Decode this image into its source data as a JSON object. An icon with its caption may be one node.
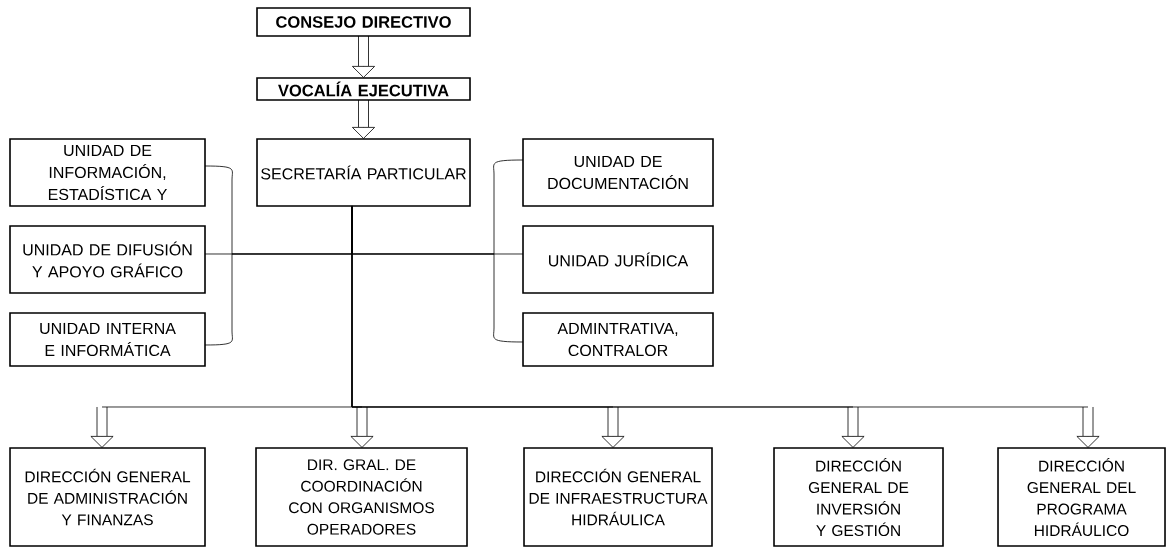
{
  "diagram": {
    "nodes": [
      {
        "text": [
          "CONSEJO DIRECTIVO"
        ]
      },
      {
        "text": [
          "VOCALÍA EJECUTIVA"
        ]
      },
      {
        "text": [
          "SECRETARÍA PARTICULAR"
        ]
      },
      {
        "text": [
          "UNIDAD DE INFORMACIÓN, ESTADÍSTICA Y"
        ]
      },
      {
        "text": [
          "UNIDAD DE DIFUSIÓN Y APOYO GRÁFICO"
        ]
      },
      {
        "text": [
          "UNIDAD INTERNA E INFORMÁTICA"
        ]
      },
      {
        "text": [
          "UNIDAD DE DOCUMENTACIÓN"
        ]
      },
      {
        "text": [
          "UNIDAD JURÍDICA"
        ]
      },
      {
        "text": [
          "ADMINTRATIVA, CONTRALOR"
        ]
      },
      {
        "text": [
          "DIRECCIÓN GENERAL DE ADMINISTRACIÓN Y FINANZAS"
        ]
      },
      {
        "text": [
          "DIR. GRAL. DE COORDINACIÓN CON ORGANISMOS OPERADORES"
        ]
      },
      {
        "text": [
          "DIRECCIÓN GENERAL DE INFRAESTRUCTURA HIDRÁULICA"
        ]
      },
      {
        "text": [
          "DIRECCIÓN GENERAL DE INVERSIÓN Y GESTIÓN"
        ]
      },
      {
        "text": [
          "DIRECCIÓN GENERAL DEL PROGRAMA HIDRÁULICO"
        ]
      }
    ],
    "edges": [
      {
        "from": 0,
        "to": 1,
        "arrow": "to"
      },
      {
        "from": 1,
        "to": 2,
        "arrow": "to"
      },
      {
        "from": 2,
        "to": 3,
        "arrow": "none"
      },
      {
        "from": 2,
        "to": 4,
        "arrow": "none"
      },
      {
        "from": 2,
        "to": 5,
        "arrow": "none"
      },
      {
        "from": 2,
        "to": 6,
        "arrow": "none"
      },
      {
        "from": 2,
        "to": 7,
        "arrow": "none"
      },
      {
        "from": 2,
        "to": 8,
        "arrow": "none"
      },
      {
        "from": 2,
        "to": 9,
        "arrow": "to"
      },
      {
        "from": 2,
        "to": 10,
        "arrow": "to"
      },
      {
        "from": 2,
        "to": 11,
        "arrow": "to"
      },
      {
        "from": 2,
        "to": 12,
        "arrow": "to"
      },
      {
        "from": 2,
        "to": 13,
        "arrow": "to"
      }
    ]
  }
}
